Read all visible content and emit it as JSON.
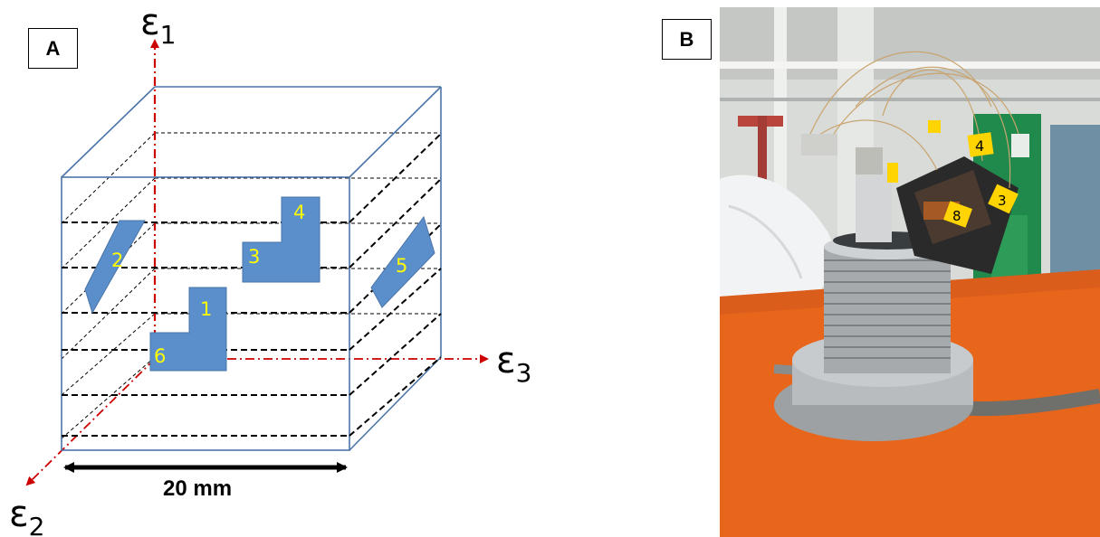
{
  "panel_a": {
    "label": "A",
    "axes": {
      "e1": {
        "symbol": "ε",
        "subscript": "1"
      },
      "e2": {
        "symbol": "ε",
        "subscript": "2"
      },
      "e3": {
        "symbol": "ε",
        "subscript": "3"
      }
    },
    "gauges": [
      "1",
      "2",
      "3",
      "4",
      "5",
      "6"
    ],
    "dimension": "20 mm",
    "colors": {
      "cube_edge": "#4a74a8",
      "gauge_fill": "#5b8fcc",
      "gauge_label": "#ffff00",
      "axis": "#cc0000"
    }
  },
  "panel_b": {
    "label": "B",
    "photo": {
      "gauge_tags": [
        "4",
        "8",
        "3"
      ],
      "colors": {
        "table": "#e8661c",
        "metal": "#b9bcbf",
        "cabinet": "#1f8a4c"
      }
    }
  }
}
